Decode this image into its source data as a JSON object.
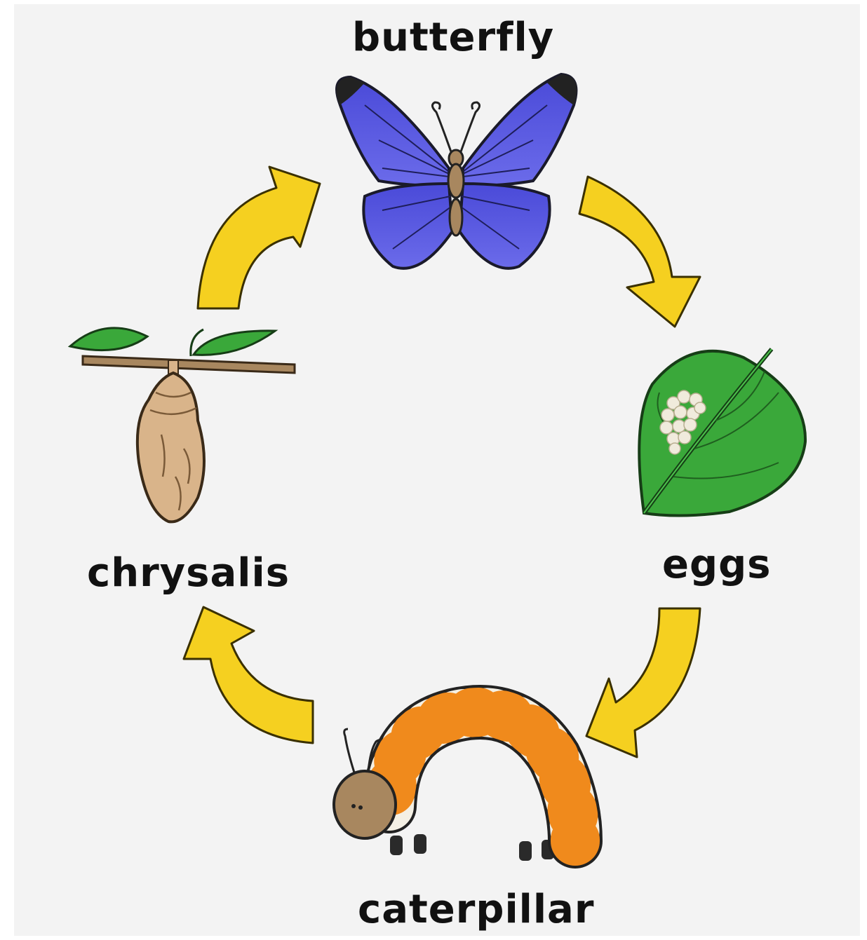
{
  "diagram": {
    "stages": {
      "butterfly": "butterfly",
      "eggs": "eggs",
      "caterpillar": "caterpillar",
      "chrysalis": "chrysalis"
    },
    "cycle_order": [
      "butterfly",
      "eggs",
      "caterpillar",
      "chrysalis"
    ],
    "colors": {
      "background": "#f3f3f3",
      "arrow_fill": "#f5d020",
      "arrow_stroke": "#3a3000",
      "butterfly_wing": "#5a5ae0",
      "leaf": "#3aa83a",
      "chrysalis": "#d9b48a",
      "caterpillar_orange": "#f08a1c"
    },
    "icons": [
      "butterfly-icon",
      "egg-leaf-icon",
      "caterpillar-icon",
      "chrysalis-icon",
      "cycle-arrow-icon"
    ]
  }
}
